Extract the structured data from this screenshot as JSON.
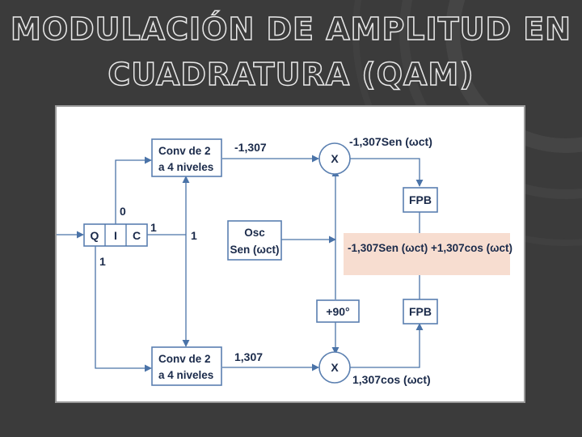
{
  "slide": {
    "title_line1": "MODULACIÓN DE AMPLITUD EN",
    "title_line2": "CUADRATURA (QAM)"
  },
  "diagram": {
    "input_bits": [
      "Q",
      "I",
      "C"
    ],
    "bit_labels": {
      "q": "0",
      "i": "1",
      "c": "1",
      "c_out": "1"
    },
    "conv_top": {
      "line1": "Conv de 2",
      "line2": "a 4 niveles"
    },
    "conv_bottom": {
      "line1": "Conv de 2",
      "line2": "a 4 niveles"
    },
    "level_top": "-1,307",
    "level_bottom": "1,307",
    "osc": {
      "line1": "Osc",
      "line2": "Sen (ωct)"
    },
    "mixer_top": "X",
    "mixer_bottom": "X",
    "phase_shift": "+90°",
    "fpb_top": "FPB",
    "fpb_bottom": "FPB",
    "out_top": "-1,307Sen (ωct)",
    "out_bottom": "1,307cos (ωct)",
    "sum_result": "-1,307Sen (ωct) +1,307cos (ωct)",
    "colors": {
      "sum_highlight": "#f7ddd0",
      "wire": "#4a73a8",
      "box_border": "#5a7fb0"
    }
  }
}
